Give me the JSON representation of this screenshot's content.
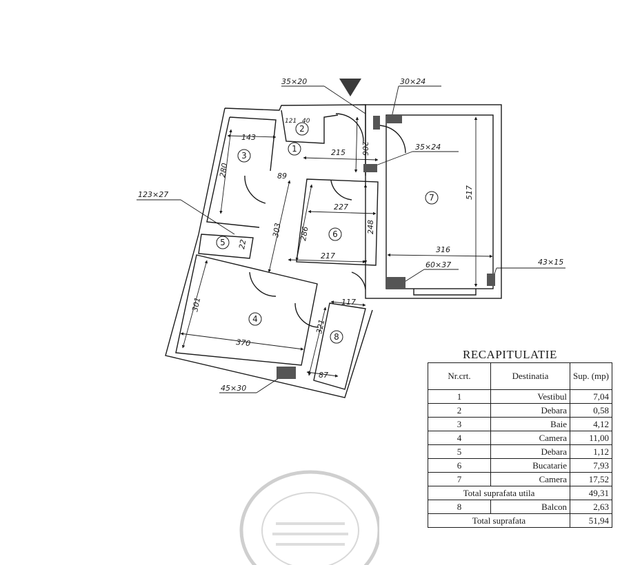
{
  "plan": {
    "dims": {
      "d143": "143",
      "d280": "280",
      "d121": "121",
      "d40": "40",
      "d215": "215",
      "d206": "206",
      "d89": "89",
      "d227": "227",
      "d303": "303",
      "d248": "248",
      "d286": "286",
      "d22": "22",
      "d217": "217",
      "d316": "316",
      "d517": "517",
      "d301": "301",
      "d370": "370",
      "d117": "117",
      "d321": "321",
      "d87": "87"
    },
    "vents": {
      "v1": "35×20",
      "v2": "30×24",
      "v3": "35×24",
      "v4": "123×27",
      "v5": "60×37",
      "v6": "43×15",
      "v7": "45×30"
    },
    "rooms": [
      "1",
      "2",
      "3",
      "4",
      "5",
      "6",
      "7",
      "8"
    ]
  },
  "recap": {
    "title": "RECAPITULATIE",
    "headers": {
      "nr": "Nr.crt.",
      "dest": "Destinatia",
      "sup": "Sup. (mp)"
    },
    "rows": [
      {
        "nr": "1",
        "dest": "Vestibul",
        "sup": "7,04"
      },
      {
        "nr": "2",
        "dest": "Debara",
        "sup": "0,58"
      },
      {
        "nr": "3",
        "dest": "Baie",
        "sup": "4,12"
      },
      {
        "nr": "4",
        "dest": "Camera",
        "sup": "11,00"
      },
      {
        "nr": "5",
        "dest": "Debara",
        "sup": "1,12"
      },
      {
        "nr": "6",
        "dest": "Bucatarie",
        "sup": "7,93"
      },
      {
        "nr": "7",
        "dest": "Camera",
        "sup": "17,52"
      }
    ],
    "total_utila": {
      "label": "Total suprafata utila",
      "sup": "49,31"
    },
    "balcon": {
      "nr": "8",
      "dest": "Balcon",
      "sup": "2,63"
    },
    "total": {
      "label": "Total suprafata",
      "sup": "51,94"
    }
  }
}
